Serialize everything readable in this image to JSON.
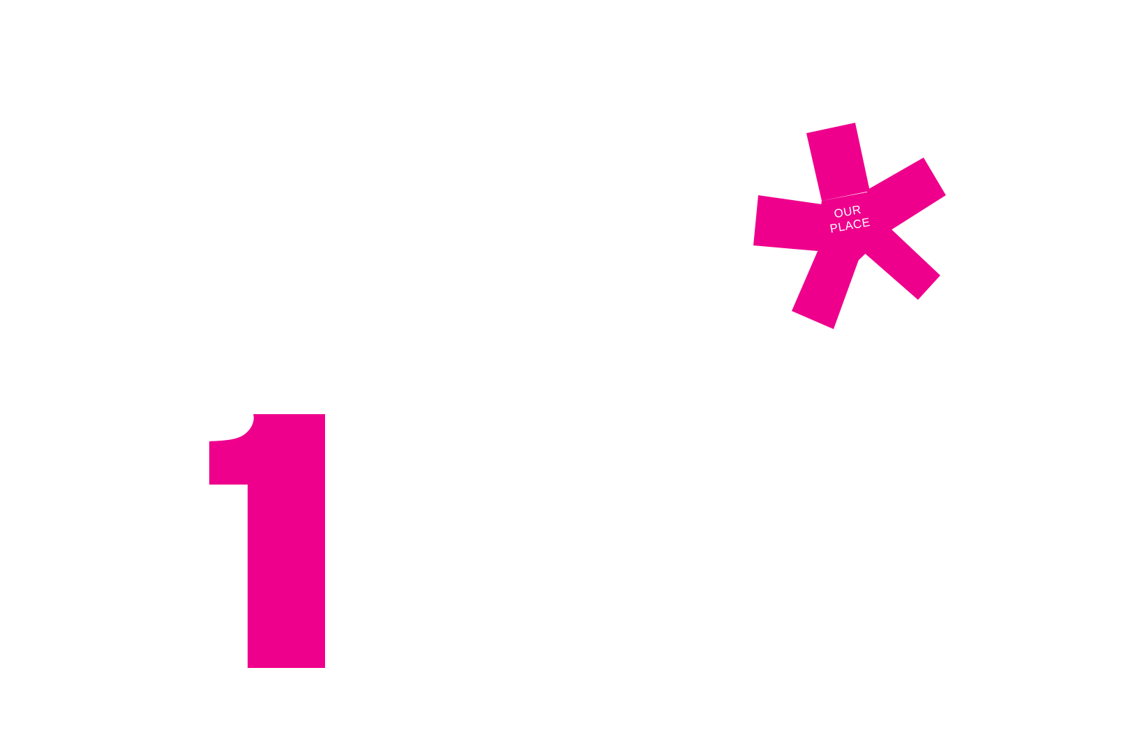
{
  "colors": {
    "brand": "#EE008C",
    "background": "#FFFFFF",
    "text_on_brand": "#FFFFFF"
  },
  "numeral": {
    "text": "1"
  },
  "logo": {
    "icon": "asterisk-icon",
    "line1": "OUR",
    "line2": "PLACE"
  }
}
